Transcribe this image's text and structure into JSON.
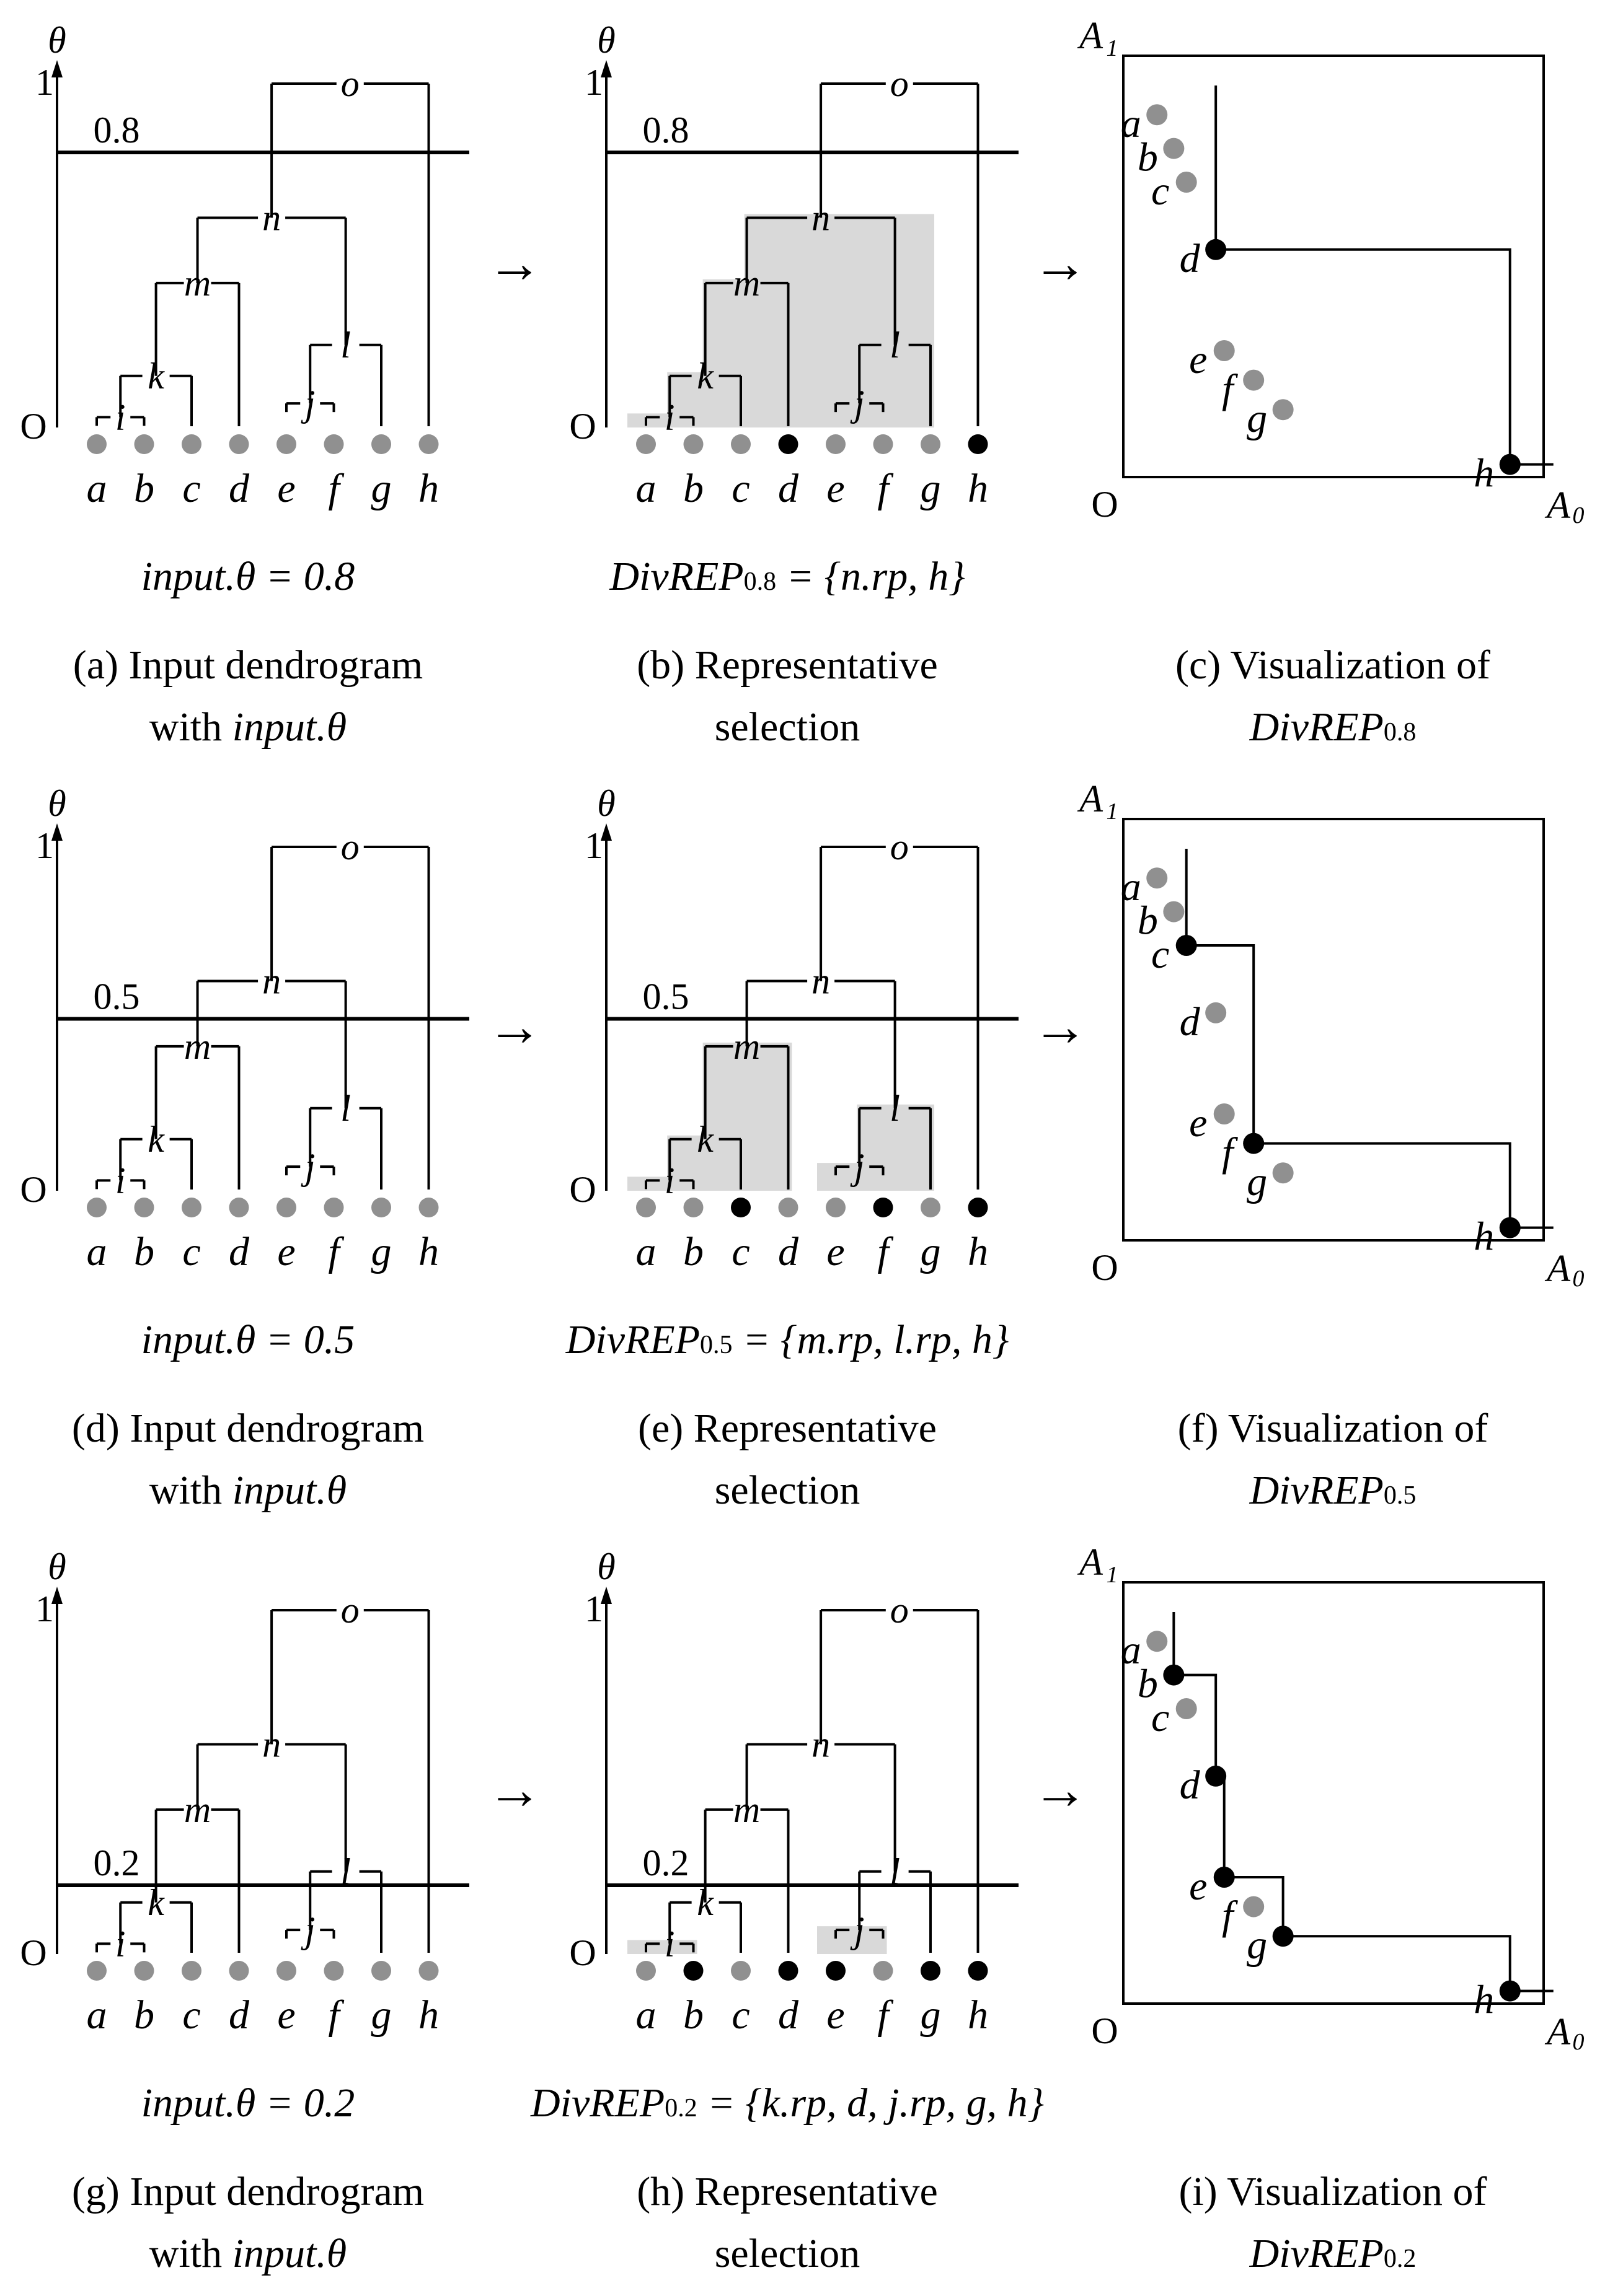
{
  "rows": [
    {
      "theta_value": 0.8,
      "theta_text": "0.8",
      "dendro_caption": [
        "(a) Input dendrogram",
        "with "
      ],
      "dendro_caption_italic": "input.θ",
      "selection_caption": [
        "(b) Representative",
        "selection"
      ],
      "viz_caption": [
        "(c) Visualization of",
        "DivREP"
      ],
      "viz_caption_sub": "0.8",
      "input_label": "input.θ = 0.8",
      "divrep_label": "DivREP",
      "divrep_sub": "0.8",
      "divrep_set": "= {n.rp, h}",
      "selected_leaves": [
        "d",
        "h"
      ],
      "shaded_clusters": [
        "n"
      ],
      "viz_black_points": [
        "d",
        "h"
      ]
    },
    {
      "theta_value": 0.5,
      "theta_text": "0.5",
      "dendro_caption": [
        "(d) Input dendrogram",
        "with "
      ],
      "dendro_caption_italic": "input.θ",
      "selection_caption": [
        "(e) Representative",
        "selection"
      ],
      "viz_caption": [
        "(f) Visualization of",
        "DivREP"
      ],
      "viz_caption_sub": "0.5",
      "input_label": "input.θ = 0.5",
      "divrep_label": "DivREP",
      "divrep_sub": "0.5",
      "divrep_set": "= {m.rp, l.rp, h}",
      "selected_leaves": [
        "c",
        "f",
        "h"
      ],
      "shaded_clusters": [
        "m",
        "l"
      ],
      "viz_black_points": [
        "c",
        "f",
        "h"
      ]
    },
    {
      "theta_value": 0.2,
      "theta_text": "0.2",
      "dendro_caption": [
        "(g) Input dendrogram",
        "with "
      ],
      "dendro_caption_italic": "input.θ",
      "selection_caption": [
        "(h) Representative",
        "selection"
      ],
      "viz_caption": [
        "(i) Visualization of",
        "DivREP"
      ],
      "viz_caption_sub": "0.2",
      "input_label": "input.θ = 0.2",
      "divrep_label": "DivREP",
      "divrep_sub": "0.2",
      "divrep_set": "= {k.rp, d, j.rp, g, h}",
      "selected_leaves": [
        "b",
        "d",
        "e",
        "g",
        "h"
      ],
      "shaded_clusters": [
        "i",
        "j"
      ],
      "viz_black_points": [
        "b",
        "d",
        "e",
        "g",
        "h"
      ]
    }
  ],
  "axis": {
    "theta_symbol": "θ",
    "top_tick": "1",
    "origin": "O",
    "x_attr": "A",
    "x_attr_sub": "0",
    "y_attr": "A",
    "y_attr_sub": "1"
  },
  "leaves": [
    "a",
    "b",
    "c",
    "d",
    "e",
    "f",
    "g",
    "h"
  ],
  "merges": [
    {
      "name": "i",
      "left": "a",
      "right": "b",
      "height": 0.03
    },
    {
      "name": "j",
      "left": "e",
      "right": "f",
      "height": 0.07
    },
    {
      "name": "k",
      "left": "i",
      "right": "c",
      "height": 0.15
    },
    {
      "name": "l",
      "left": "j",
      "right": "g",
      "height": 0.24
    },
    {
      "name": "m",
      "left": "k",
      "right": "d",
      "height": 0.42
    },
    {
      "name": "n",
      "left": "m",
      "right": "l",
      "height": 0.61
    },
    {
      "name": "o",
      "left": "n",
      "right": "h",
      "height": 1.0
    }
  ],
  "arrow_glyph": "→",
  "colors": {
    "gray_point": "#909090",
    "black_point": "#000000",
    "shade": "#d9d9d9"
  }
}
